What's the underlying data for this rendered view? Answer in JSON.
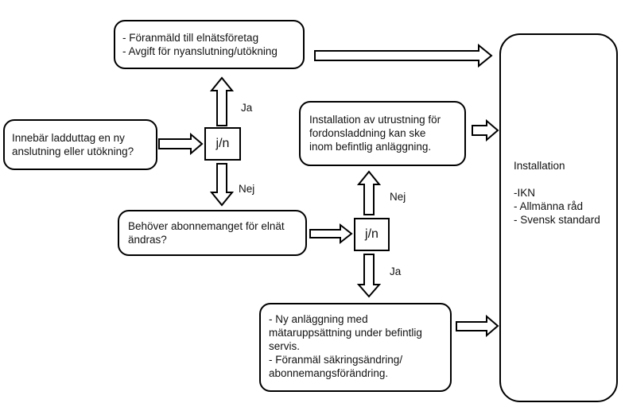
{
  "boxes": {
    "prereg": {
      "lines": [
        "- Föranmäld till elnätsföretag",
        "- Avgift för nyanslutning/utökning"
      ]
    },
    "question1": {
      "lines": [
        "Innebär ladduttag en ny",
        "anslutning eller utökning?"
      ]
    },
    "existing": {
      "lines": [
        "Installation av utrustning för",
        "fordonsladdning kan ske",
        "inom befintlig anläggning."
      ]
    },
    "question2": {
      "lines": [
        "Behöver abonnemanget för elnät",
        "ändras?"
      ]
    },
    "newplant": {
      "lines": [
        "- Ny anläggning med",
        "mätaruppsättning under befintlig",
        "servis.",
        "- Föranmäl säkringsändring/",
        "abonnemangsförändring."
      ]
    },
    "installation": {
      "title": "Installation",
      "items": [
        "-IKN",
        "- Allmänna råd",
        "- Svensk standard"
      ]
    }
  },
  "decisions": {
    "d1": "j/n",
    "d2": "j/n"
  },
  "labels": {
    "d1_up": "Ja",
    "d1_down": "Nej",
    "d2_up": "Nej",
    "d2_down": "Ja"
  }
}
